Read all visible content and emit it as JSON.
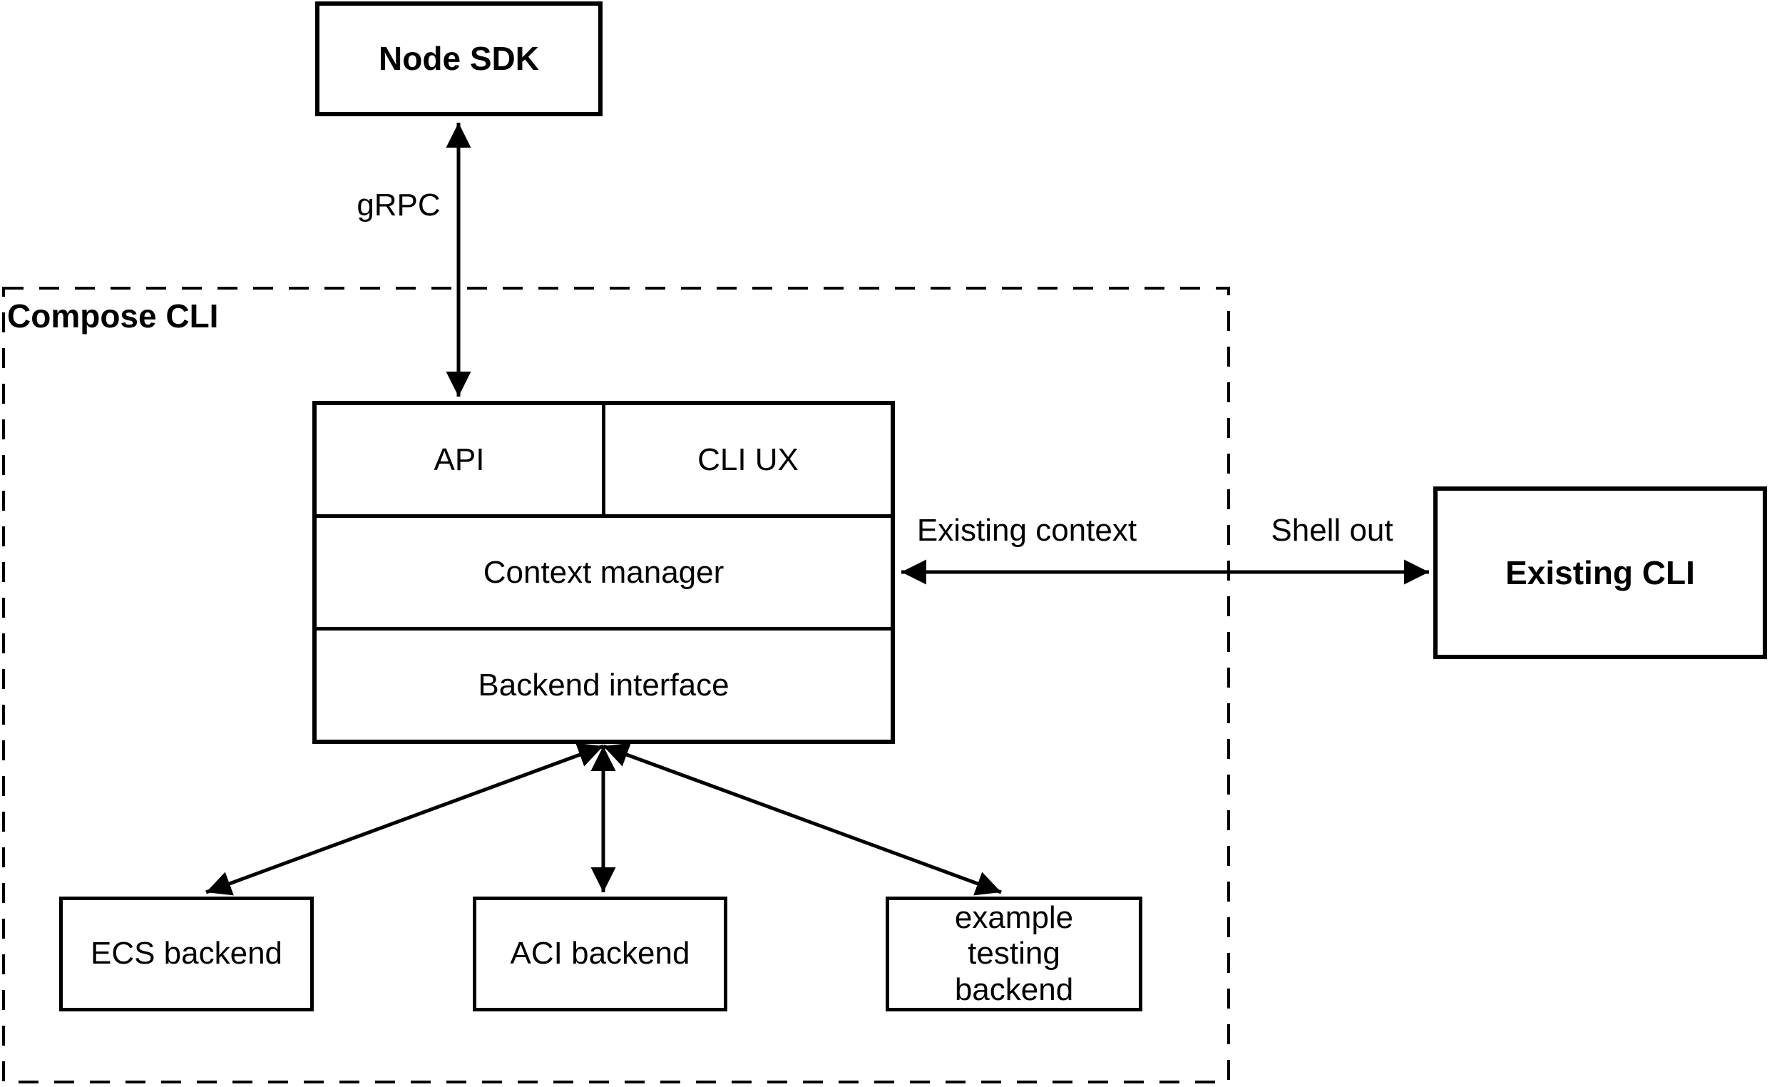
{
  "nodes": {
    "node_sdk": {
      "label": "Node SDK"
    },
    "compose_cli_group": {
      "label": "Compose CLI"
    },
    "api": {
      "label": "API"
    },
    "cli_ux": {
      "label": "CLI UX"
    },
    "context_manager": {
      "label": "Context manager"
    },
    "backend_interface": {
      "label": "Backend interface"
    },
    "existing_cli": {
      "label": "Existing CLI"
    },
    "ecs_backend": {
      "label": "ECS backend"
    },
    "aci_backend": {
      "label": "ACI backend"
    },
    "example_testing_backend": {
      "label": "example testing backend"
    }
  },
  "edges": {
    "grpc": {
      "label": "gRPC",
      "from": "Node SDK",
      "to": "API",
      "bidirectional": true
    },
    "context_to_existing_cli": {
      "label_inside": "Existing context",
      "label_outside": "Shell out",
      "from": "Context manager",
      "to": "Existing CLI",
      "bidirectional": true
    },
    "backend_to_ecs": {
      "from": "Backend interface",
      "to": "ECS backend",
      "bidirectional": true
    },
    "backend_to_aci": {
      "from": "Backend interface",
      "to": "ACI backend",
      "bidirectional": true
    },
    "backend_to_example": {
      "from": "Backend interface",
      "to": "example testing backend",
      "bidirectional": true
    }
  },
  "colors": {
    "stroke": "#000000",
    "text": "#000000",
    "background": "#ffffff"
  }
}
